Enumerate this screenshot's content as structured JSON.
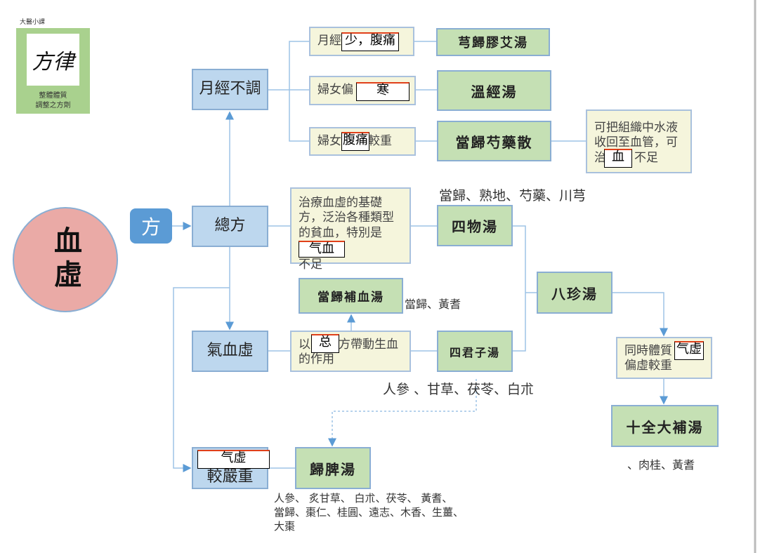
{
  "logo": {
    "brand": "大醫小課",
    "calligraphy": "方律",
    "caption1": "整體體質",
    "caption2": "調整之方劑"
  },
  "root": "血虛",
  "fang_button": "方",
  "categories": {
    "menstrual": "月經不調",
    "general": "總方",
    "qixue": "氣血虛",
    "qi_severe": "較嚴重"
  },
  "symptoms": {
    "s1": "月經",
    "s2": "婦女偏",
    "s3a": "婦女",
    "s3b": "較重",
    "s4": "治療血虛的基礎方，泛治各種類型的貧血，特別是",
    "s4b": "不足",
    "s5a": "以",
    "s5b": "方帶動生血的作用",
    "s6": "可把組織中水液收回至血管，可治",
    "s6b": "不足",
    "s7": "同時體質",
    "s7b": "偏虛較重"
  },
  "overlays": {
    "o1": "少，腹痛",
    "o2": "寒",
    "o3": "腹痛",
    "o4": "气血",
    "o5": "总",
    "o6": "血",
    "o7": "气虚",
    "o8": "气虚"
  },
  "formulas": {
    "f1": "芎歸膠艾湯",
    "f2": "溫經湯",
    "f3": "當歸芍藥散",
    "f4": "四物湯",
    "f5": "當歸補血湯",
    "f6": "四君子湯",
    "f7": "八珍湯",
    "f8": "十全大補湯",
    "f9": "歸脾湯"
  },
  "herbs": {
    "siwu": "當歸、熟地、芍藥、川芎",
    "buxue": "當歸、黃耆",
    "sijunzi": "人參 、甘草、茯苓、白朮",
    "shiquan": "、肉桂、黃耆",
    "guipi1": "人參、 炙甘草、 白朮、茯苓、 黃耆、",
    "guipi2": "當歸、棗仁、桂圓、遠志、木香、生薑、",
    "guipi3": "大棗"
  }
}
